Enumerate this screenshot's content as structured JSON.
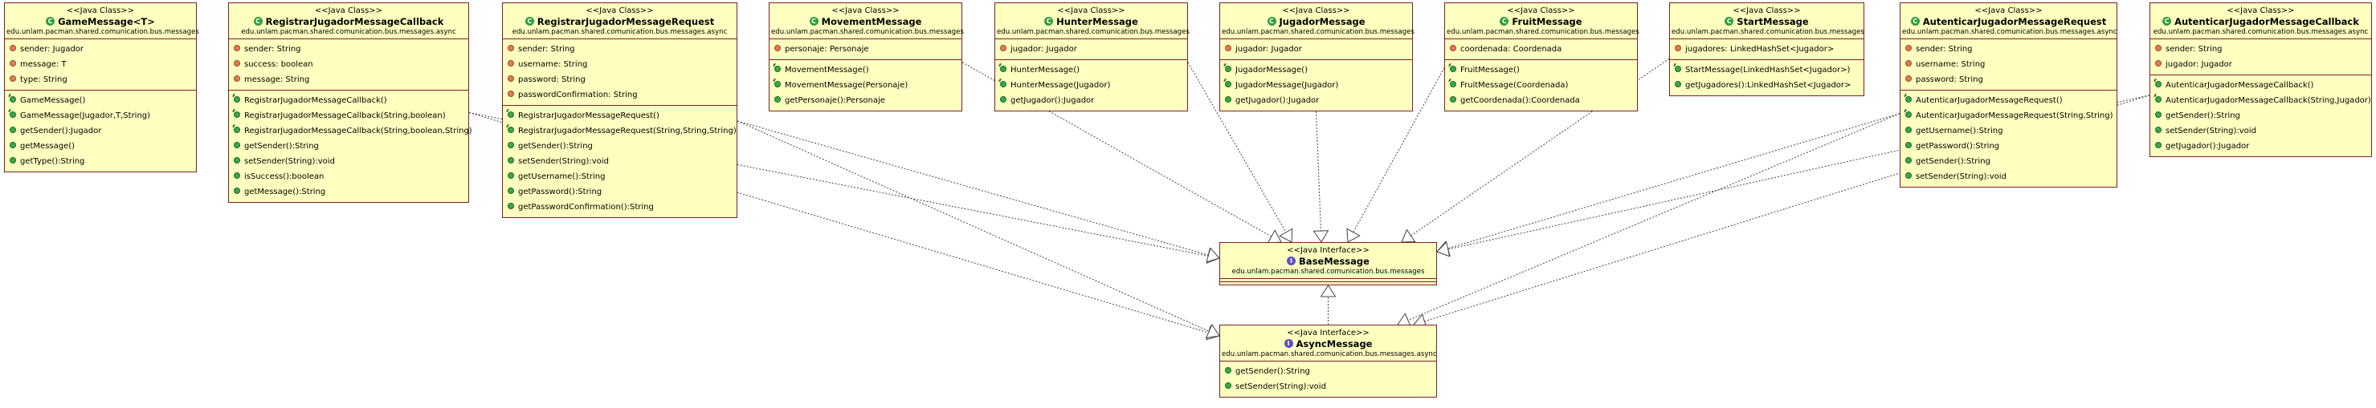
{
  "stereotypes": {
    "class": "<<Java Class>>",
    "interface": "<<Java Interface>>"
  },
  "classes": [
    {
      "id": "game",
      "kind": "class",
      "name": "GameMessage<T>",
      "package": "edu.unlam.pacman.shared.comunication.bus.messages",
      "fields": [
        "sender: Jugador",
        "message: T",
        "type: String"
      ],
      "methods": [
        {
          "ctor": true,
          "text": "GameMessage()"
        },
        {
          "ctor": true,
          "text": "GameMessage(Jugador,T,String)"
        },
        {
          "ctor": false,
          "text": "getSender():Jugador"
        },
        {
          "ctor": false,
          "text": "getMessage()"
        },
        {
          "ctor": false,
          "text": "getType():String"
        }
      ]
    },
    {
      "id": "regcb",
      "kind": "class",
      "name": "RegistrarJugadorMessageCallback",
      "package": "edu.unlam.pacman.shared.comunication.bus.messages.async",
      "fields": [
        "sender: String",
        "success: boolean",
        "message: String"
      ],
      "methods": [
        {
          "ctor": true,
          "text": "RegistrarJugadorMessageCallback()"
        },
        {
          "ctor": true,
          "text": "RegistrarJugadorMessageCallback(String,boolean)"
        },
        {
          "ctor": true,
          "text": "RegistrarJugadorMessageCallback(String,boolean,String)"
        },
        {
          "ctor": false,
          "text": "getSender():String"
        },
        {
          "ctor": false,
          "text": "setSender(String):void"
        },
        {
          "ctor": false,
          "text": "isSuccess():boolean"
        },
        {
          "ctor": false,
          "text": "getMessage():String"
        }
      ]
    },
    {
      "id": "regreq",
      "kind": "class",
      "name": "RegistrarJugadorMessageRequest",
      "package": "edu.unlam.pacman.shared.comunication.bus.messages.async",
      "fields": [
        "sender: String",
        "username: String",
        "password: String",
        "passwordConfirmation: String"
      ],
      "methods": [
        {
          "ctor": true,
          "text": "RegistrarJugadorMessageRequest()"
        },
        {
          "ctor": true,
          "text": "RegistrarJugadorMessageRequest(String,String,String)"
        },
        {
          "ctor": false,
          "text": "getSender():String"
        },
        {
          "ctor": false,
          "text": "setSender(String):void"
        },
        {
          "ctor": false,
          "text": "getUsername():String"
        },
        {
          "ctor": false,
          "text": "getPassword():String"
        },
        {
          "ctor": false,
          "text": "getPasswordConfirmation():String"
        }
      ]
    },
    {
      "id": "movement",
      "kind": "class",
      "name": "MovementMessage",
      "package": "edu.unlam.pacman.shared.comunication.bus.messages",
      "fields": [
        "personaje: Personaje"
      ],
      "methods": [
        {
          "ctor": true,
          "text": "MovementMessage()"
        },
        {
          "ctor": true,
          "text": "MovementMessage(Personaje)"
        },
        {
          "ctor": false,
          "text": "getPersonaje():Personaje"
        }
      ]
    },
    {
      "id": "hunter",
      "kind": "class",
      "name": "HunterMessage",
      "package": "edu.unlam.pacman.shared.comunication.bus.messages",
      "fields": [
        "jugador: Jugador"
      ],
      "methods": [
        {
          "ctor": true,
          "text": "HunterMessage()"
        },
        {
          "ctor": true,
          "text": "HunterMessage(Jugador)"
        },
        {
          "ctor": false,
          "text": "getJugador():Jugador"
        }
      ]
    },
    {
      "id": "jugador",
      "kind": "class",
      "name": "JugadorMessage",
      "package": "edu.unlam.pacman.shared.comunication.bus.messages",
      "fields": [
        "jugador: Jugador"
      ],
      "methods": [
        {
          "ctor": true,
          "text": "JugadorMessage()"
        },
        {
          "ctor": true,
          "text": "JugadorMessage(Jugador)"
        },
        {
          "ctor": false,
          "text": "getJugador():Jugador"
        }
      ]
    },
    {
      "id": "fruit",
      "kind": "class",
      "name": "FruitMessage",
      "package": "edu.unlam.pacman.shared.comunication.bus.messages",
      "fields": [
        "coordenada: Coordenada"
      ],
      "methods": [
        {
          "ctor": true,
          "text": "FruitMessage()"
        },
        {
          "ctor": true,
          "text": "FruitMessage(Coordenada)"
        },
        {
          "ctor": false,
          "text": "getCoordenada():Coordenada"
        }
      ]
    },
    {
      "id": "start",
      "kind": "class",
      "name": "StartMessage",
      "package": "edu.unlam.pacman.shared.comunication.bus.messages",
      "fields": [
        "jugadores: LinkedHashSet<Jugador>"
      ],
      "methods": [
        {
          "ctor": true,
          "text": "StartMessage(LinkedHashSet<Jugador>)"
        },
        {
          "ctor": false,
          "text": "getJugadores():LinkedHashSet<Jugador>"
        }
      ]
    },
    {
      "id": "authreq",
      "kind": "class",
      "name": "AutenticarJugadorMessageRequest",
      "package": "edu.unlam.pacman.shared.comunication.bus.messages.async",
      "fields": [
        "sender: String",
        "username: String",
        "password: String"
      ],
      "methods": [
        {
          "ctor": true,
          "text": "AutenticarJugadorMessageRequest()"
        },
        {
          "ctor": true,
          "text": "AutenticarJugadorMessageRequest(String,String)"
        },
        {
          "ctor": false,
          "text": "getUsername():String"
        },
        {
          "ctor": false,
          "text": "getPassword():String"
        },
        {
          "ctor": false,
          "text": "getSender():String"
        },
        {
          "ctor": false,
          "text": "setSender(String):void"
        }
      ]
    },
    {
      "id": "authcb",
      "kind": "class",
      "name": "AutenticarJugadorMessageCallback",
      "package": "edu.unlam.pacman.shared.comunication.bus.messages.async",
      "fields": [
        "sender: String",
        "jugador: Jugador"
      ],
      "methods": [
        {
          "ctor": true,
          "text": "AutenticarJugadorMessageCallback()"
        },
        {
          "ctor": true,
          "text": "AutenticarJugadorMessageCallback(String,Jugador)"
        },
        {
          "ctor": false,
          "text": "getSender():String"
        },
        {
          "ctor": false,
          "text": "setSender(String):void"
        },
        {
          "ctor": false,
          "text": "getJugador():Jugador"
        }
      ]
    },
    {
      "id": "base",
      "kind": "interface",
      "name": "BaseMessage",
      "package": "edu.unlam.pacman.shared.comunication.bus.messages",
      "fields": [],
      "methods": []
    },
    {
      "id": "async",
      "kind": "interface",
      "name": "AsyncMessage",
      "package": "edu.unlam.pacman.shared.comunication.bus.messages.async",
      "fields": null,
      "methods": [
        {
          "ctor": false,
          "text": "getSender():String"
        },
        {
          "ctor": false,
          "text": "setSender(String):void"
        }
      ]
    }
  ],
  "relations": [
    {
      "from": "regcb",
      "to": "base"
    },
    {
      "from": "regcb",
      "to": "async"
    },
    {
      "from": "regreq",
      "to": "base"
    },
    {
      "from": "regreq",
      "to": "async"
    },
    {
      "from": "movement",
      "to": "base"
    },
    {
      "from": "hunter",
      "to": "base"
    },
    {
      "from": "jugador",
      "to": "base"
    },
    {
      "from": "fruit",
      "to": "base"
    },
    {
      "from": "start",
      "to": "base"
    },
    {
      "from": "authreq",
      "to": "base"
    },
    {
      "from": "authreq",
      "to": "async"
    },
    {
      "from": "authcb",
      "to": "base"
    },
    {
      "from": "authcb",
      "to": "async"
    },
    {
      "from": "async",
      "to": "base"
    }
  ],
  "colors": {
    "box_fill": "#ffffc0",
    "box_border": "#7a1f2b",
    "connector": "#444444",
    "field_icon": "#e07b53",
    "method_icon": "#3aa84a",
    "interface_badge": "#5a4fc7",
    "class_badge": "#2e9e3c"
  }
}
